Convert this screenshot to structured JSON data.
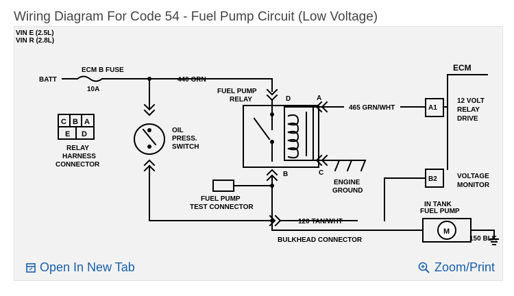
{
  "title": "Wiring Diagram For Code 54 - Fuel Pump Circuit (Low Voltage)",
  "diagram": {
    "vin_lines": [
      "VIN E (2.5L)",
      "VIN R (2.8L)"
    ],
    "batt": "BATT",
    "ecm_b_fuse": "ECM B FUSE",
    "fuse_rating": "10A",
    "wire_440": "440 ORN",
    "fuel_pump_relay": [
      "FUEL PUMP",
      "RELAY"
    ],
    "terminal_d": "D",
    "terminal_a": "A",
    "terminal_b": "B",
    "terminal_c": "C",
    "wire_465": "465 GRN/WHT",
    "ecm": "ECM",
    "pin_a1": "A1",
    "pin_b2": "B2",
    "relay_drive": [
      "12 VOLT",
      "RELAY",
      "DRIVE"
    ],
    "voltage_monitor": [
      "VOLTAGE",
      "MONITOR"
    ],
    "connector_cells": [
      "C",
      "B",
      "A",
      "E",
      "D"
    ],
    "relay_harness_connector": [
      "RELAY",
      "HARNESS",
      "CONNECTOR"
    ],
    "oil_press_switch": [
      "OIL",
      "PRESS.",
      "SWITCH"
    ],
    "engine_ground": [
      "ENGINE",
      "GROUND"
    ],
    "fuel_pump_test_connector": [
      "FUEL PUMP",
      "TEST CONNECTOR"
    ],
    "wire_120": "120 TAN/WHT",
    "in_tank_fuel_pump": [
      "IN TANK",
      "FUEL PUMP"
    ],
    "motor": "M",
    "wire_150": "150 BLK",
    "bulkhead_connector": "BULKHEAD CONNECTOR"
  },
  "footer": {
    "open_label": "Open In New Tab",
    "zoom_label": "Zoom/Print",
    "link_color": "#1a5fa8"
  }
}
